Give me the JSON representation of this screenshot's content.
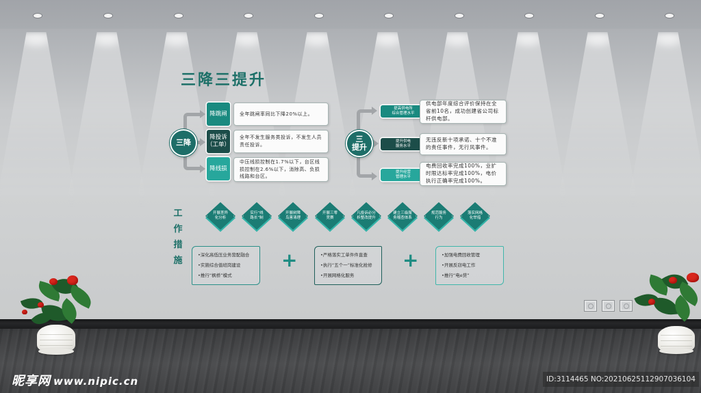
{
  "title": "三降三提升",
  "reduce": {
    "hub_label": "三降",
    "items": [
      {
        "tag": "降跳闸",
        "desc": "全年跳闸率同比下降20%以上。",
        "color": "#1a8a80"
      },
      {
        "tag": "降投诉\n（工单）",
        "desc": "全年不发生服务类投诉，不发生人员责任投诉。",
        "color": "#1c4d49"
      },
      {
        "tag": "降线损",
        "desc": "中压线损控制在1.7%以下，台区线损控制在2.6%以下，消除高、负损线路和台区。",
        "color": "#27a79c"
      }
    ]
  },
  "improve": {
    "hub_label_line1": "三",
    "hub_label_line2": "提升",
    "items": [
      {
        "tag": "提高供电所\n综合管理水平",
        "desc": "供电部年度综合评价保持在全省前10名，成功创建省公司标杆供电部。",
        "color": "#1a8a80"
      },
      {
        "tag": "提升供电\n服务水平",
        "desc": "无违反新十项承诺、十个不准的责任事件，无行风事件。",
        "color": "#1c4d49"
      },
      {
        "tag": "提升经营\n管理水平",
        "desc": "电费回收率完成100%，业扩时限达标率完成100%，电价执行正确率完成100%。",
        "color": "#27a79c"
      }
    ]
  },
  "measures_label": [
    "工",
    "作",
    "措",
    "施"
  ],
  "diamonds": [
    "开展差异\n化分析",
    "实行“线\n路长”制",
    "开展树障\n鸟害清理",
    "开展三零\n竞赛",
    "凡投诉必分\n析整改提升",
    "建立三级服\n务稽查体系",
    "规范服务\n行为",
    "落实网格\n化举措"
  ],
  "measure_boxes": [
    {
      "items": [
        "•深化高低压业务营配融合",
        "•实施综合值班岗建设",
        "•推行“枫桥”模式"
      ]
    },
    {
      "items": [
        "•严格落实工单件件直查",
        "•执行“五个一”标准化抢修",
        "•开展网格化服务"
      ]
    },
    {
      "items": [
        "•加强电费回收管理",
        "•开展反窃电工作",
        "•推行“电e贷”"
      ]
    }
  ],
  "plus_symbol": "+",
  "watermark": {
    "brand": "昵享网",
    "url": "www.nipic.cn"
  },
  "id_label": "ID:3114465 NO:20210625112907036104",
  "colors": {
    "primary_teal": "#1a8a80",
    "dark_teal": "#1c4d49",
    "light_teal": "#27a79c",
    "title": "#1d7068"
  }
}
